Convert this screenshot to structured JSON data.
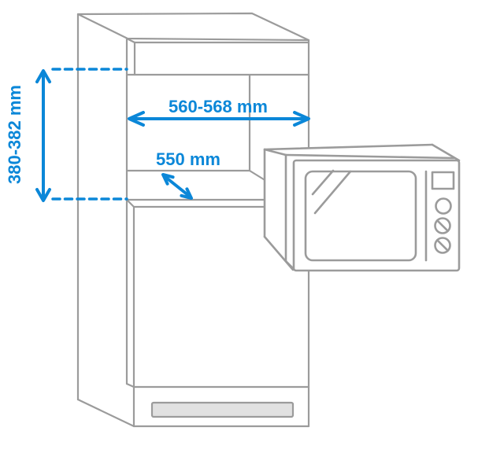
{
  "diagram": {
    "dimensions": {
      "niche_height": {
        "label": "380-382 mm"
      },
      "niche_width": {
        "label": "560-568 mm"
      },
      "niche_depth": {
        "label": "550 mm"
      }
    }
  },
  "colors": {
    "accent": "#0b87d8",
    "line_gray": "#9b9b9b",
    "vent_fill": "#e1e1e1",
    "background": "#ffffff"
  }
}
